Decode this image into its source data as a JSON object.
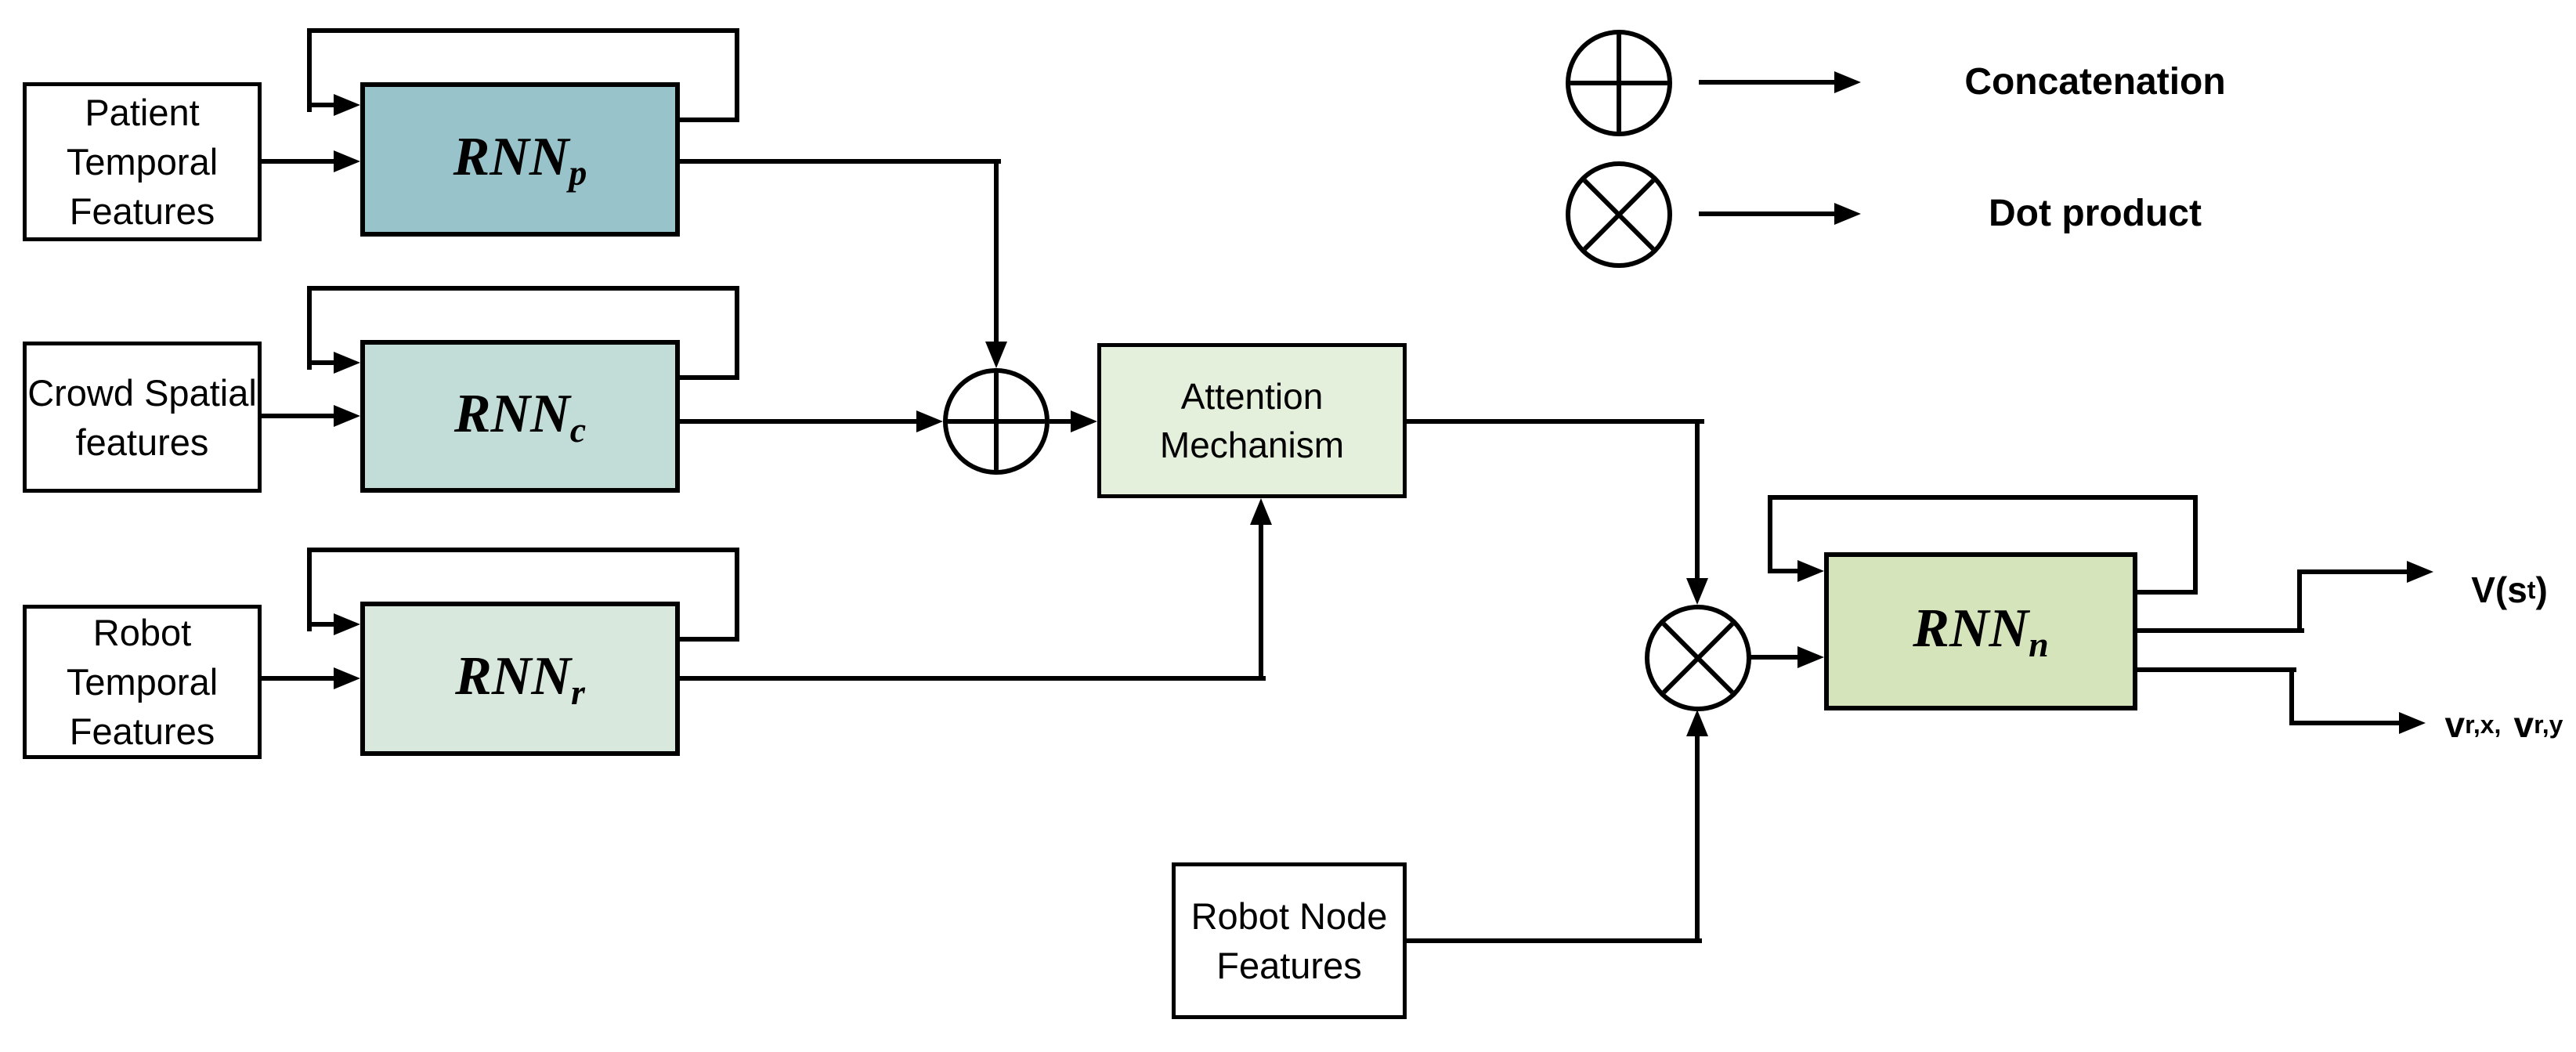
{
  "diagram": {
    "background": "#ffffff",
    "line_color": "#000000"
  },
  "feature_boxes": {
    "patient": {
      "lines": [
        "Patient",
        "Temporal",
        "Features"
      ]
    },
    "crowd": {
      "lines": [
        "Crowd Spatial",
        "features"
      ]
    },
    "robot_temporal": {
      "lines": [
        "Robot",
        "Temporal",
        "Features"
      ]
    },
    "robot_node": {
      "lines": [
        "Robot Node",
        "Features"
      ]
    }
  },
  "rnn_blocks": {
    "rnn_p": {
      "base": "RNN",
      "sub": "p",
      "fill": "#99c3cb"
    },
    "rnn_c": {
      "base": "RNN",
      "sub": "c",
      "fill": "#c2ddd8"
    },
    "rnn_r": {
      "base": "RNN",
      "sub": "r",
      "fill": "#d8e8dd"
    },
    "rnn_n": {
      "base": "RNN",
      "sub": "n",
      "fill": "#d6e4bc"
    }
  },
  "attention": {
    "lines": [
      "Attention",
      "Mechanism"
    ],
    "fill": "#e4efdc"
  },
  "operators": {
    "concatenation_symbol": "circle-plus",
    "dot_product_symbol": "circle-cross"
  },
  "outputs": {
    "value": {
      "pre": "V(s",
      "sub": "t",
      "post": ")"
    },
    "velocity": {
      "v1": "v",
      "sub1": "r,x,",
      "v2": "v",
      "sub2": "r,y"
    }
  },
  "legend": {
    "concatenation": {
      "label": "Concatenation"
    },
    "dot_product": {
      "label": "Dot product"
    }
  }
}
